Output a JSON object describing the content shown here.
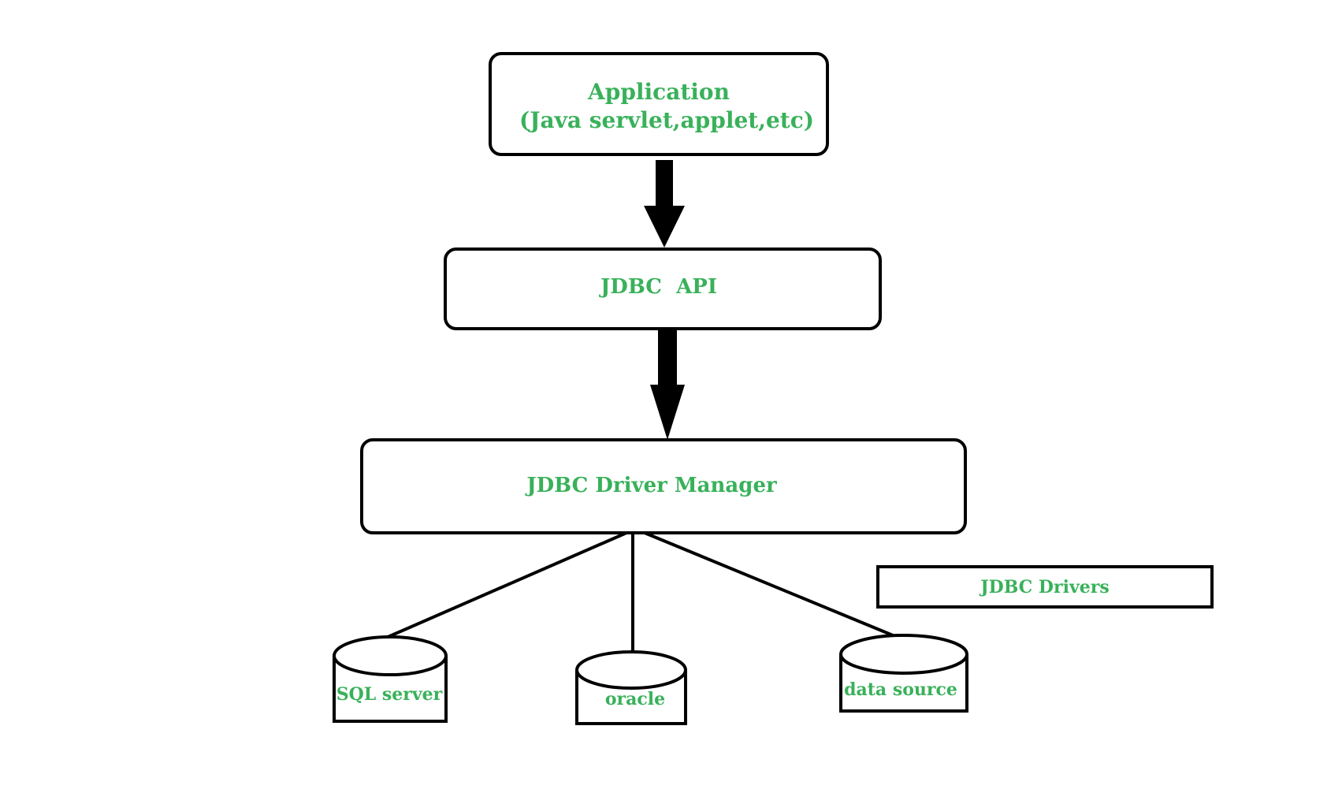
{
  "nodes": {
    "application": {
      "line1": "Application",
      "line2": "(Java servlet,applet,etc)"
    },
    "jdbc_api": {
      "label": "JDBC  API"
    },
    "driver_manager": {
      "label": "JDBC Driver Manager"
    },
    "jdbc_drivers": {
      "label": "JDBC Drivers"
    }
  },
  "databases": [
    {
      "label": "SQL server"
    },
    {
      "label": "oracle"
    },
    {
      "label": "data source"
    }
  ],
  "colors": {
    "label_text": "#39b15a",
    "stroke": "#000000",
    "background": "#ffffff"
  }
}
